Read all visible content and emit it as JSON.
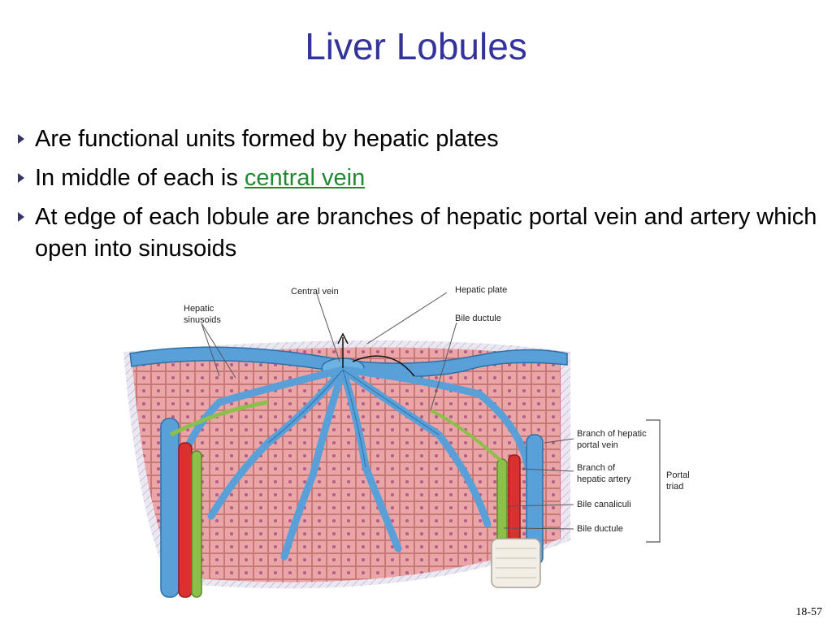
{
  "slide": {
    "title": "Liver Lobules",
    "page_number": "18-57"
  },
  "bullets": [
    {
      "text": "Are functional units formed by hepatic plates"
    },
    {
      "prefix": "In middle of each is ",
      "link": "central vein"
    },
    {
      "text": "At edge of each lobule are branches of hepatic portal vein and artery which open into sinusoids"
    }
  ],
  "figure": {
    "labels": {
      "central_vein": "Central vein",
      "hepatic_plate": "Hepatic plate",
      "hepatic_sinusoids_1": "Hepatic",
      "hepatic_sinusoids_2": "sinusoids",
      "bile_ductule_top": "Bile ductule",
      "branch_portal_vein_1": "Branch of hepatic",
      "branch_portal_vein_2": "portal vein",
      "branch_hepatic_artery_1": "Branch of",
      "branch_hepatic_artery_2": "hepatic artery",
      "bile_canaliculi": "Bile canaliculi",
      "bile_ductule_bottom": "Bile ductule",
      "portal_triad_1": "Portal",
      "portal_triad_2": "triad"
    },
    "colors": {
      "hepatocyte": "#e8a0a0",
      "sinusoid": "#5aa0d8",
      "artery": "#d93030",
      "bile_duct": "#8cc04a",
      "capsule": "#e8e4f0"
    }
  }
}
